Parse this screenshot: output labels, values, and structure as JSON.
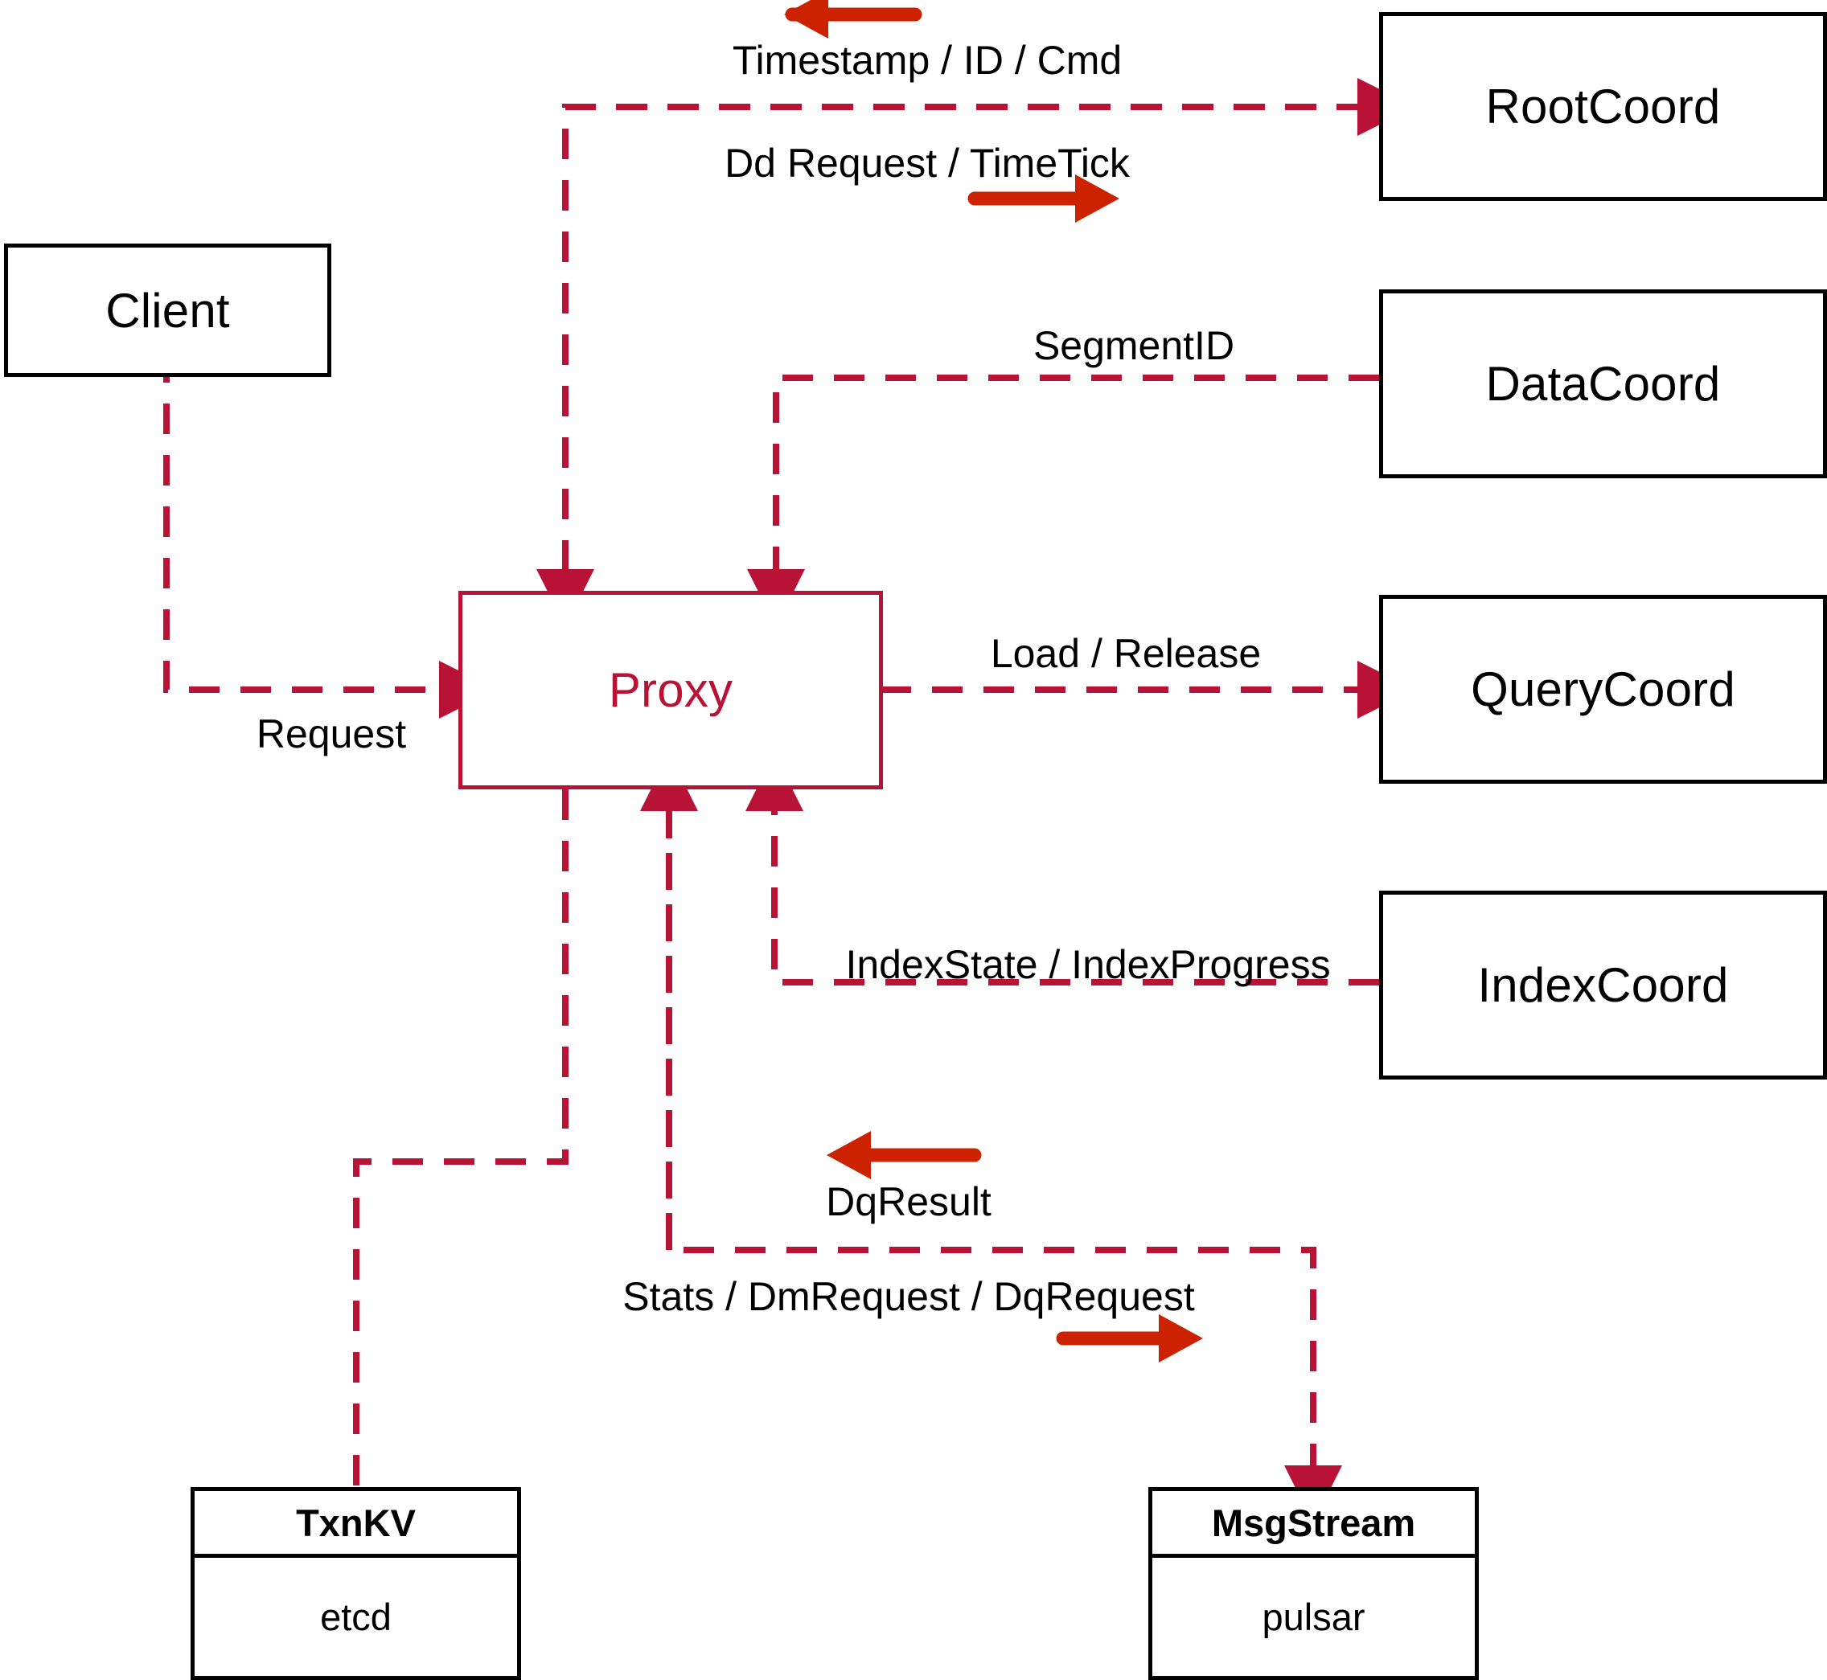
{
  "diagram": {
    "title": "Milvus Proxy interaction diagram",
    "colors": {
      "dashed_wire": "#B81237",
      "solid_arrow": "#CC2200",
      "node_border": "#000000",
      "proxy_border": "#B81237",
      "proxy_text": "#B81237",
      "background": "#FFFFFF",
      "label_text": "#000000"
    }
  },
  "nodes": {
    "client": {
      "label": "Client"
    },
    "proxy": {
      "label": "Proxy"
    },
    "root_coord": {
      "label": "RootCoord"
    },
    "data_coord": {
      "label": "DataCoord"
    },
    "query_coord": {
      "label": "QueryCoord"
    },
    "index_coord": {
      "label": "IndexCoord"
    },
    "txnkv": {
      "title": "TxnKV",
      "body": "etcd"
    },
    "msgstream": {
      "title": "MsgStream",
      "body": "pulsar"
    }
  },
  "edge_labels": {
    "timestamp_id_cmd": "Timestamp / ID / Cmd",
    "dd_request_timetick": "Dd Request / TimeTick",
    "segment_id": "SegmentID",
    "load_release": "Load / Release",
    "index_state_progress": "IndexState / IndexProgress",
    "request": "Request",
    "dq_result": "DqResult",
    "stats_dm_dq_request": "Stats / DmRequest / DqRequest"
  }
}
